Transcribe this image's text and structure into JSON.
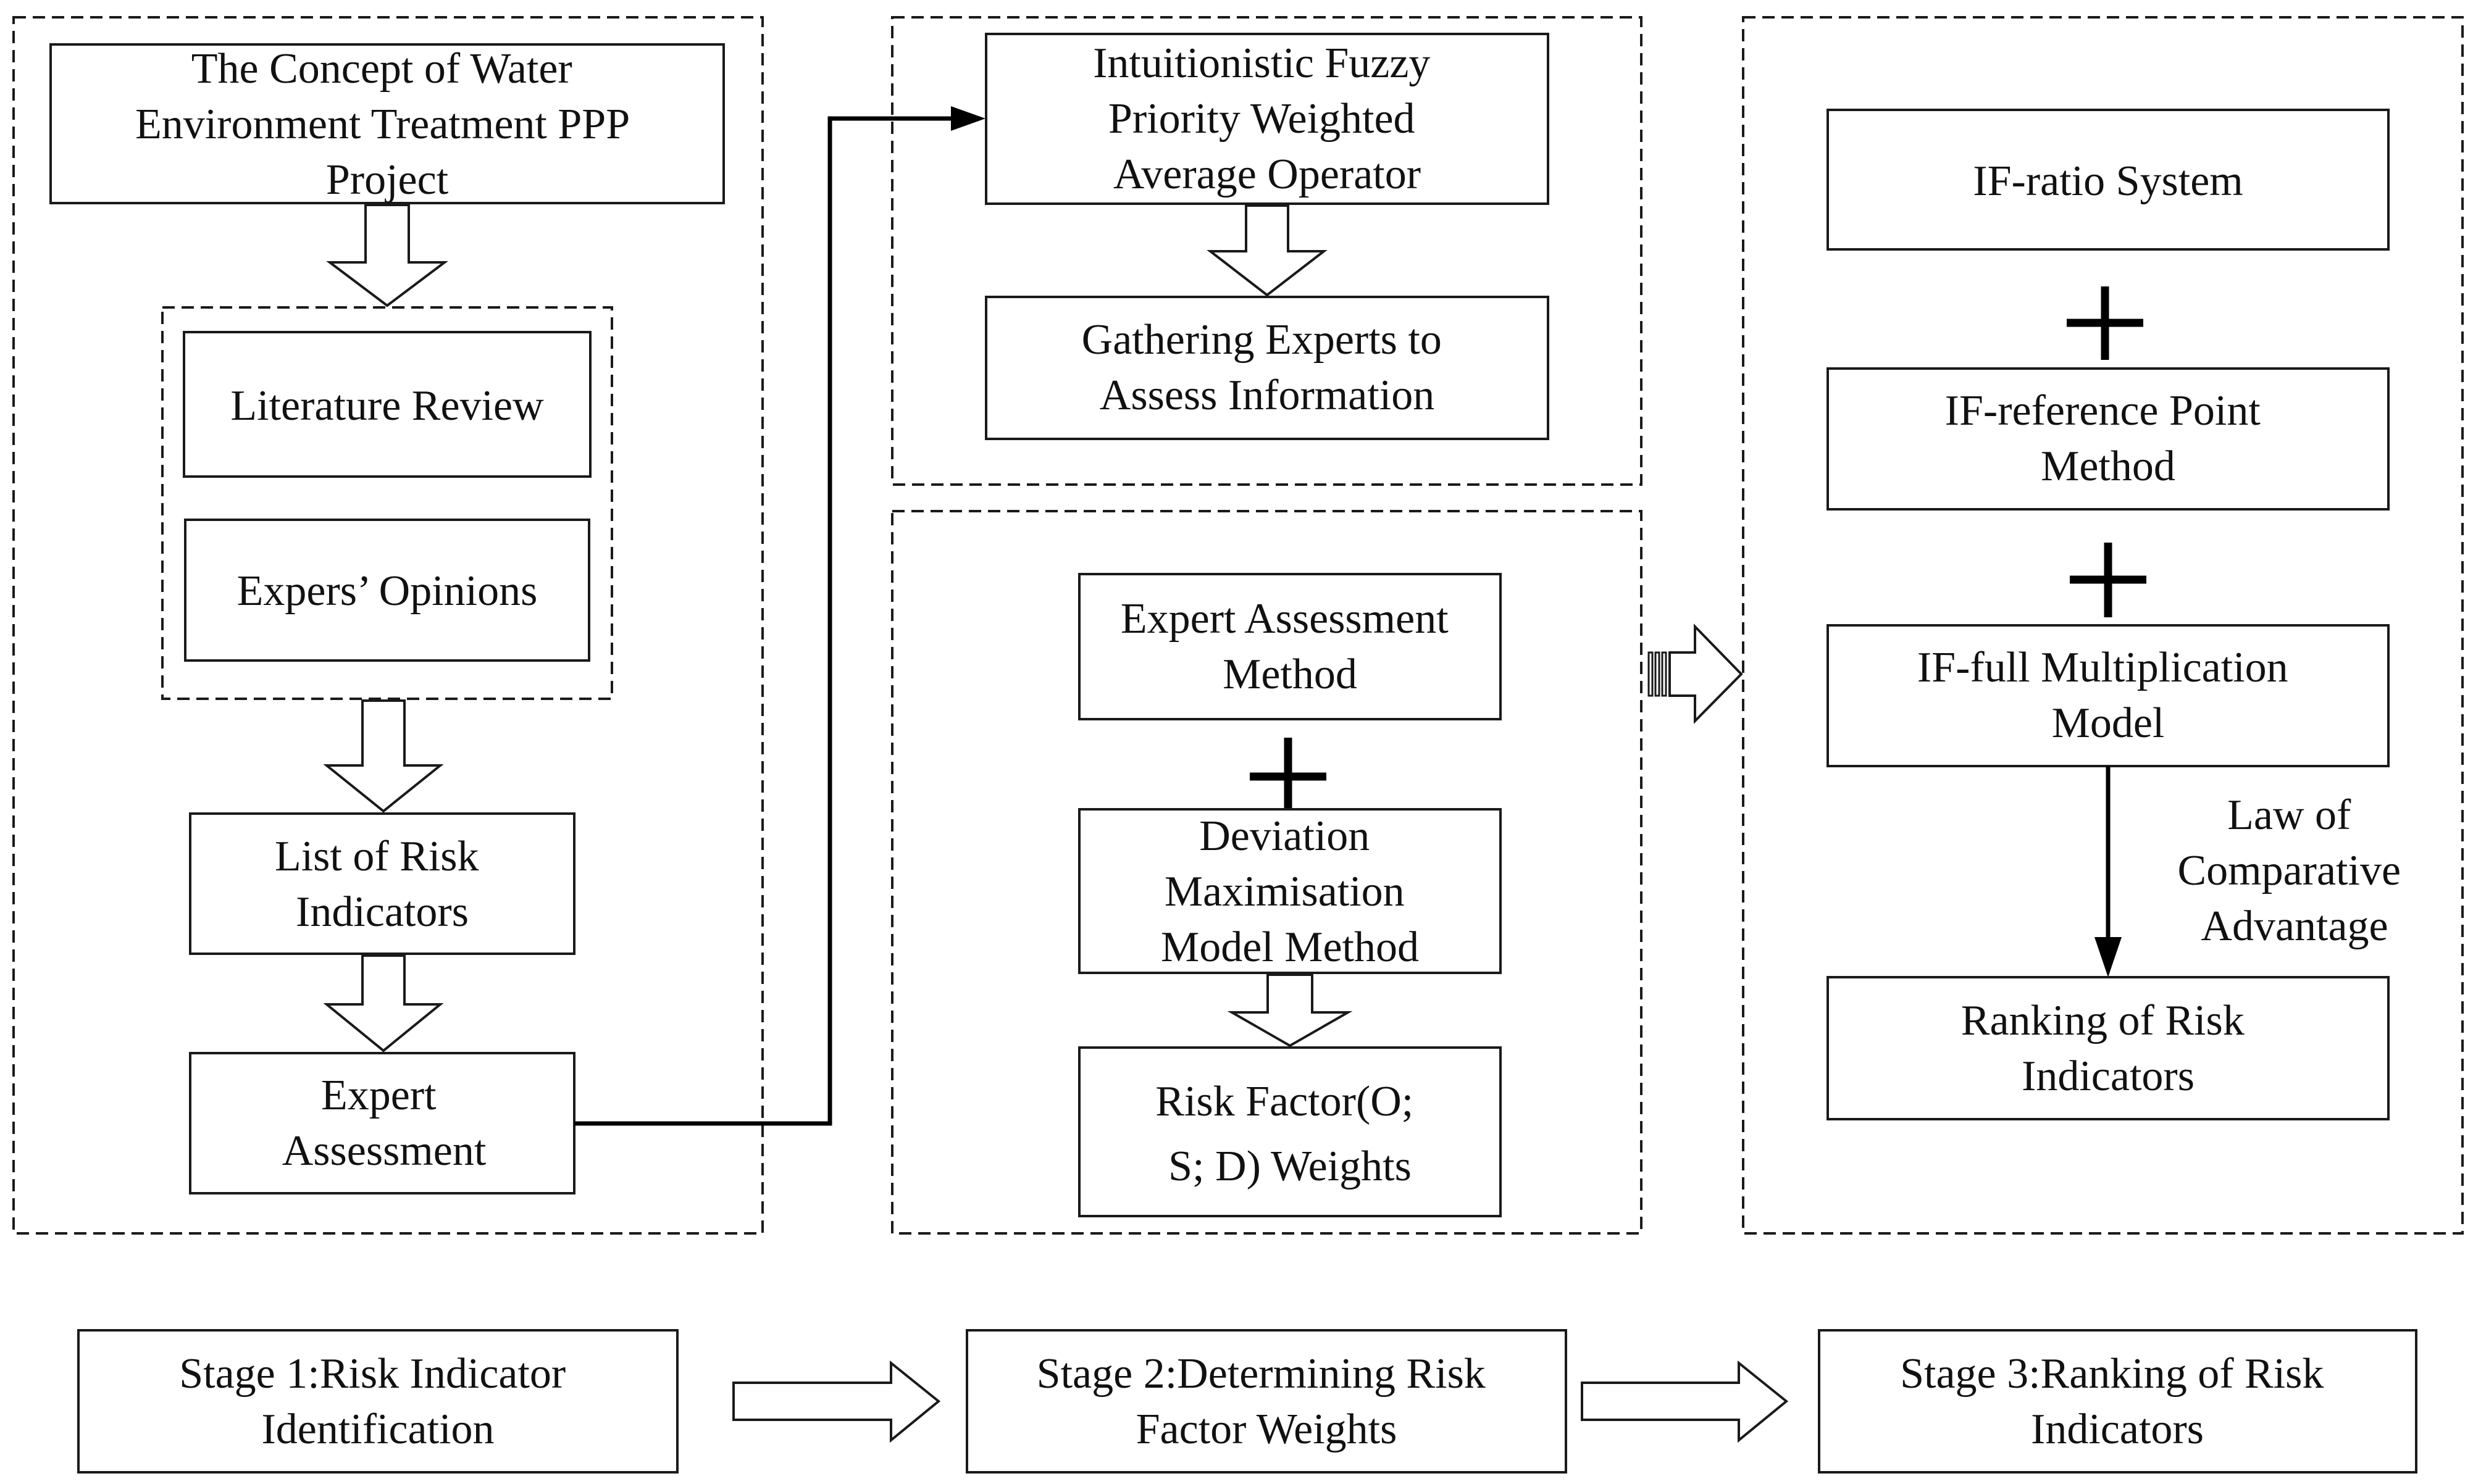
{
  "stage1": {
    "concept": [
      "The Concept of Water",
      "Environment Treatment PPP",
      "Project"
    ],
    "literature": [
      "Literature Review"
    ],
    "opinions": [
      "Expers’ Opinions"
    ],
    "risk_list": [
      "List of Risk",
      "Indicators"
    ],
    "expert_assessment": [
      "Expert",
      "Assessment"
    ]
  },
  "stage2": {
    "operator": [
      "Intuitionistic Fuzzy",
      "Priority Weighted",
      "Average Operator"
    ],
    "gathering": [
      "Gathering Experts to",
      "Assess Information"
    ],
    "expert_method": [
      "Expert Assessment",
      "Method"
    ],
    "deviation": [
      "Deviation",
      "Maximisation",
      "Model Method"
    ],
    "weights": [
      "Risk Factor(O;",
      "S;  D) Weights"
    ]
  },
  "stage3": {
    "ratio": [
      "IF-ratio System"
    ],
    "reference": [
      "IF-reference Point",
      "Method"
    ],
    "multiplication": [
      "IF-full Multiplication",
      "Model"
    ],
    "law": [
      "Law of",
      "Comparative",
      "Advantage"
    ],
    "ranking": [
      "Ranking of Risk",
      "Indicators"
    ]
  },
  "stages": {
    "s1": [
      "Stage 1:Risk Indicator",
      "Identification"
    ],
    "s2": [
      "Stage 2:Determining Risk",
      "Factor Weights"
    ],
    "s3": [
      "Stage 3:Ranking of Risk",
      "Indicators"
    ]
  }
}
